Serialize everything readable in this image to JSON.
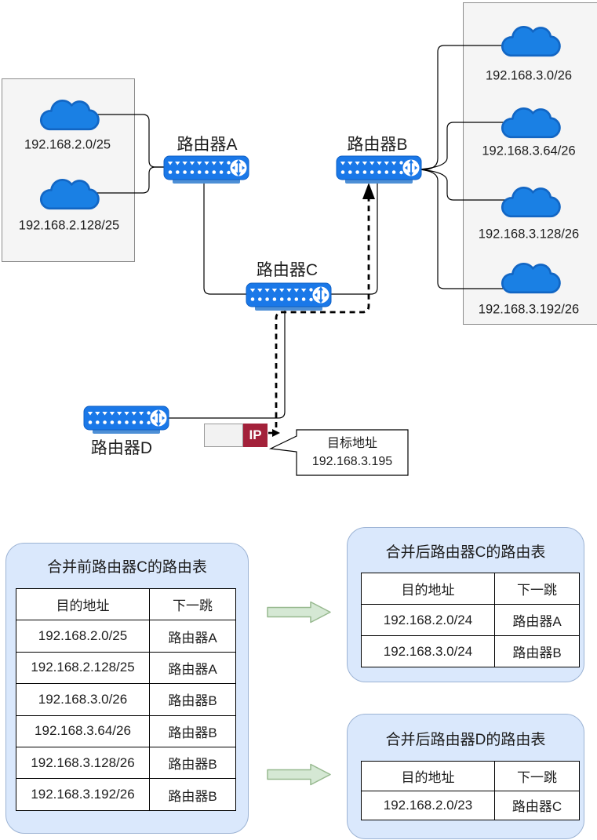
{
  "topology": {
    "routers": {
      "a_label": "路由器A",
      "b_label": "路由器B",
      "c_label": "路由器C",
      "d_label": "路由器D"
    },
    "left_networks": [
      "192.168.2.0/25",
      "192.168.2.128/25"
    ],
    "right_networks": [
      "192.168.3.0/26",
      "192.168.3.64/26",
      "192.168.3.128/26",
      "192.168.3.192/26"
    ],
    "packet_label": "IP",
    "callout": {
      "title": "目标地址",
      "address": "192.168.3.195"
    }
  },
  "routing_tables": {
    "before_c": {
      "title": "合并前路由器C的路由表",
      "headers": [
        "目的地址",
        "下一跳"
      ],
      "rows": [
        [
          "192.168.2.0/25",
          "路由器A"
        ],
        [
          "192.168.2.128/25",
          "路由器A"
        ],
        [
          "192.168.3.0/26",
          "路由器B"
        ],
        [
          "192.168.3.64/26",
          "路由器B"
        ],
        [
          "192.168.3.128/26",
          "路由器B"
        ],
        [
          "192.168.3.192/26",
          "路由器B"
        ]
      ]
    },
    "after_c": {
      "title": "合并后路由器C的路由表",
      "headers": [
        "目的地址",
        "下一跳"
      ],
      "rows": [
        [
          "192.168.2.0/24",
          "路由器A"
        ],
        [
          "192.168.3.0/24",
          "路由器B"
        ]
      ]
    },
    "after_d": {
      "title": "合并后路由器D的路由表",
      "headers": [
        "目的地址",
        "下一跳"
      ],
      "rows": [
        [
          "192.168.2.0/23",
          "路由器C"
        ]
      ]
    }
  },
  "colors": {
    "cloud_fill": "#1a80e4",
    "cloud_stroke": "#1266c4",
    "router_body": "#1a78e8",
    "router_base": "#4d8fd6",
    "group_box_fill": "#f5f5f5",
    "panel_fill": "#dae8fc",
    "panel_border": "#9cb3d4",
    "green_arrow_fill": "#d5e8d4",
    "green_arrow_stroke": "#97b98f",
    "packet_red": "#a3213a",
    "packet_gray": "#f2f2f2"
  }
}
